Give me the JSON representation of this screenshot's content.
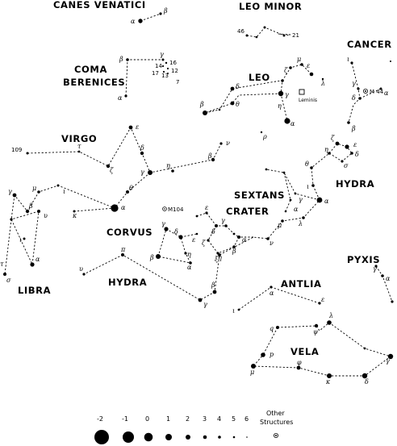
{
  "constellations": {
    "canes_venatici": "CANES VENATICI",
    "leo_minor": "LEO MINOR",
    "cancer": "CANCER",
    "coma_1": "COMA",
    "coma_2": "BERENICES",
    "leo": "LEO",
    "virgo": "VIRGO",
    "hydra_right": "HYDRA",
    "sextans": "SEXTANS",
    "crater": "CRATER",
    "corvus": "CORVUS",
    "libra": "LIBRA",
    "hydra_bottom": "HYDRA",
    "pyxis": "PYXIS",
    "antlia": "ANTLIA",
    "vela": "VELA"
  },
  "objects": {
    "m44": "M 44",
    "m104": "M104",
    "leminis": "Leminis"
  },
  "star_labels": {
    "cv_alpha": "α",
    "cv_beta": "β",
    "lm_46": "46",
    "lm_21": "21",
    "cnc_iota": "ι",
    "cnc_alpha": "α",
    "cnc_gamma": "γ",
    "cnc_delta": "δ",
    "cnc_beta": "β",
    "com_beta": "β",
    "com_gamma": "γ",
    "com_16": "16",
    "com_14": "14",
    "com_12": "12",
    "com_17": "17",
    "com_13": "13",
    "com_7": "7",
    "com_alpha": "α",
    "leo_mu": "μ",
    "leo_epsilon": "ε",
    "leo_zeta": "ζ",
    "leo_gamma": "γ",
    "leo_lambda": "λ",
    "leo_delta": "δ",
    "leo_beta": "β",
    "leo_theta": "θ",
    "leo_eta": "η",
    "leo_alpha": "α",
    "leo_rho": "ρ",
    "vir_109": "109",
    "vir_tau": "τ",
    "vir_epsilon": "ε",
    "vir_zeta": "ζ",
    "vir_delta": "δ",
    "vir_gamma": "γ",
    "vir_eta": "η",
    "vir_beta": "β",
    "vir_nu": "ν",
    "vir_theta": "θ",
    "vir_mu": "μ",
    "vir_iota": "ι",
    "vir_kappa": "κ",
    "vir_alpha": "α",
    "hya_zeta": "ζ",
    "hya_epsilon": "ε",
    "hya_delta": "δ",
    "hya_sigma": "σ",
    "hya_eta": "η",
    "hya_theta": "θ",
    "hya_iota": "ι",
    "hya_alpha": "α",
    "hya_lambda": "λ",
    "hya_mu": "μ",
    "hya_nu": "ν",
    "hya_xi": "ξ",
    "hya_pi": "π",
    "hya_gamma": "γ",
    "hya_beta": "β",
    "hya_upsilon": "υ",
    "sex_alpha": "α",
    "sex_gamma": "γ",
    "crt_delta": "δ",
    "crt_gamma": "γ",
    "crt_alpha": "α",
    "crt_beta": "β",
    "crt_eta": "η",
    "crt_zeta": "ζ",
    "crt_epsilon": "ε",
    "crv_delta": "δ",
    "crv_gamma": "γ",
    "crv_epsilon": "ε",
    "crv_beta": "β",
    "crv_alpha": "α",
    "crv_eta": "η",
    "lib_beta": "β",
    "lib_alpha": "α",
    "lib_gamma": "γ",
    "lib_iota": "ι",
    "lib_sigma": "σ",
    "lib_upsilon": "υ",
    "lib_tau": "τ",
    "pyx_gamma": "γ",
    "pyx_alpha": "α",
    "ant_alpha": "α",
    "ant_epsilon": "ε",
    "ant_iota": "ι",
    "vel_q": "q",
    "vel_psi": "ψ",
    "vel_lambda": "λ",
    "vel_p": "p",
    "vel_mu": "μ",
    "vel_phi": "φ",
    "vel_kappa": "κ",
    "vel_delta": "δ",
    "vel_gamma": "γ"
  },
  "legend": {
    "m2": "-2",
    "m1": "-1",
    "z0": "0",
    "p1": "1",
    "p2": "2",
    "p3": "3",
    "p4": "4",
    "p5": "5",
    "p6": "6",
    "other_1": "Other",
    "other_2": "Structures"
  }
}
